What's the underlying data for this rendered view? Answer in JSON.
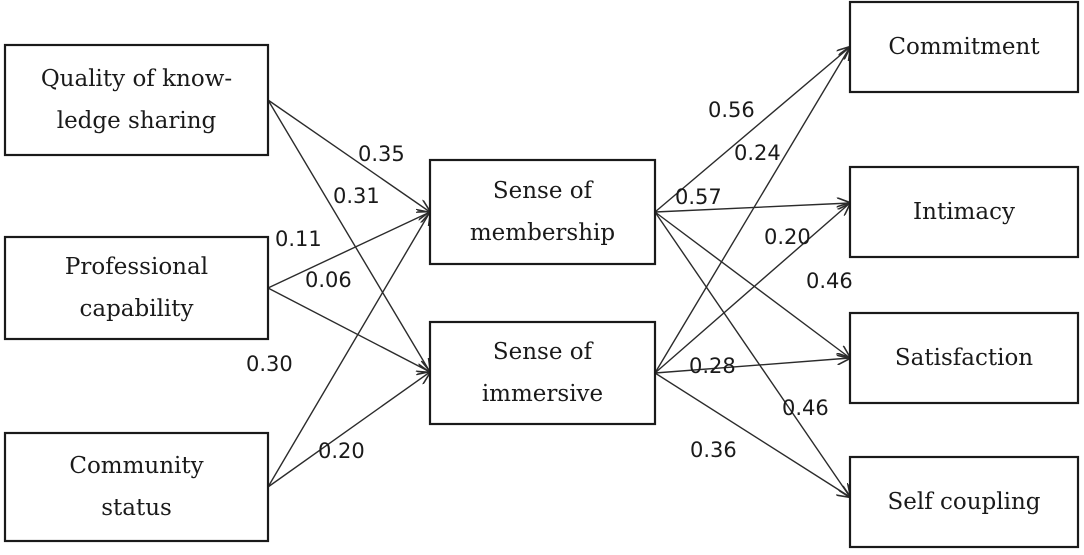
{
  "nodes": {
    "quality": {
      "lines": [
        "Quality of know-",
        "ledge sharing"
      ]
    },
    "professional": {
      "lines": [
        "Professional",
        "capability"
      ]
    },
    "community": {
      "lines": [
        "Community",
        "status"
      ]
    },
    "membership": {
      "lines": [
        "Sense of",
        "membership"
      ]
    },
    "immersive": {
      "lines": [
        "Sense of",
        "immersive"
      ]
    },
    "commitment": {
      "lines": [
        "Commitment"
      ]
    },
    "intimacy": {
      "lines": [
        "Intimacy"
      ]
    },
    "satisfaction": {
      "lines": [
        "Satisfaction"
      ]
    },
    "selfcoupling": {
      "lines": [
        "Self coupling"
      ]
    }
  },
  "edges": [
    {
      "from": "quality",
      "to": "membership",
      "label": "0.35"
    },
    {
      "from": "quality",
      "to": "immersive",
      "label": "0.31"
    },
    {
      "from": "professional",
      "to": "membership",
      "label": "0.11"
    },
    {
      "from": "professional",
      "to": "immersive",
      "label": "0.06"
    },
    {
      "from": "community",
      "to": "membership",
      "label": "0.30"
    },
    {
      "from": "community",
      "to": "immersive",
      "label": "0.20"
    },
    {
      "from": "membership",
      "to": "commitment",
      "label": "0.56"
    },
    {
      "from": "membership",
      "to": "intimacy",
      "label": "0.57"
    },
    {
      "from": "membership",
      "to": "satisfaction",
      "label": "0.46"
    },
    {
      "from": "membership",
      "to": "selfcoupling",
      "label": "0.46"
    },
    {
      "from": "immersive",
      "to": "commitment",
      "label": "0.24"
    },
    {
      "from": "immersive",
      "to": "intimacy",
      "label": "0.20"
    },
    {
      "from": "immersive",
      "to": "satisfaction",
      "label": "0.28"
    },
    {
      "from": "immersive",
      "to": "selfcoupling",
      "label": "0.36"
    }
  ]
}
